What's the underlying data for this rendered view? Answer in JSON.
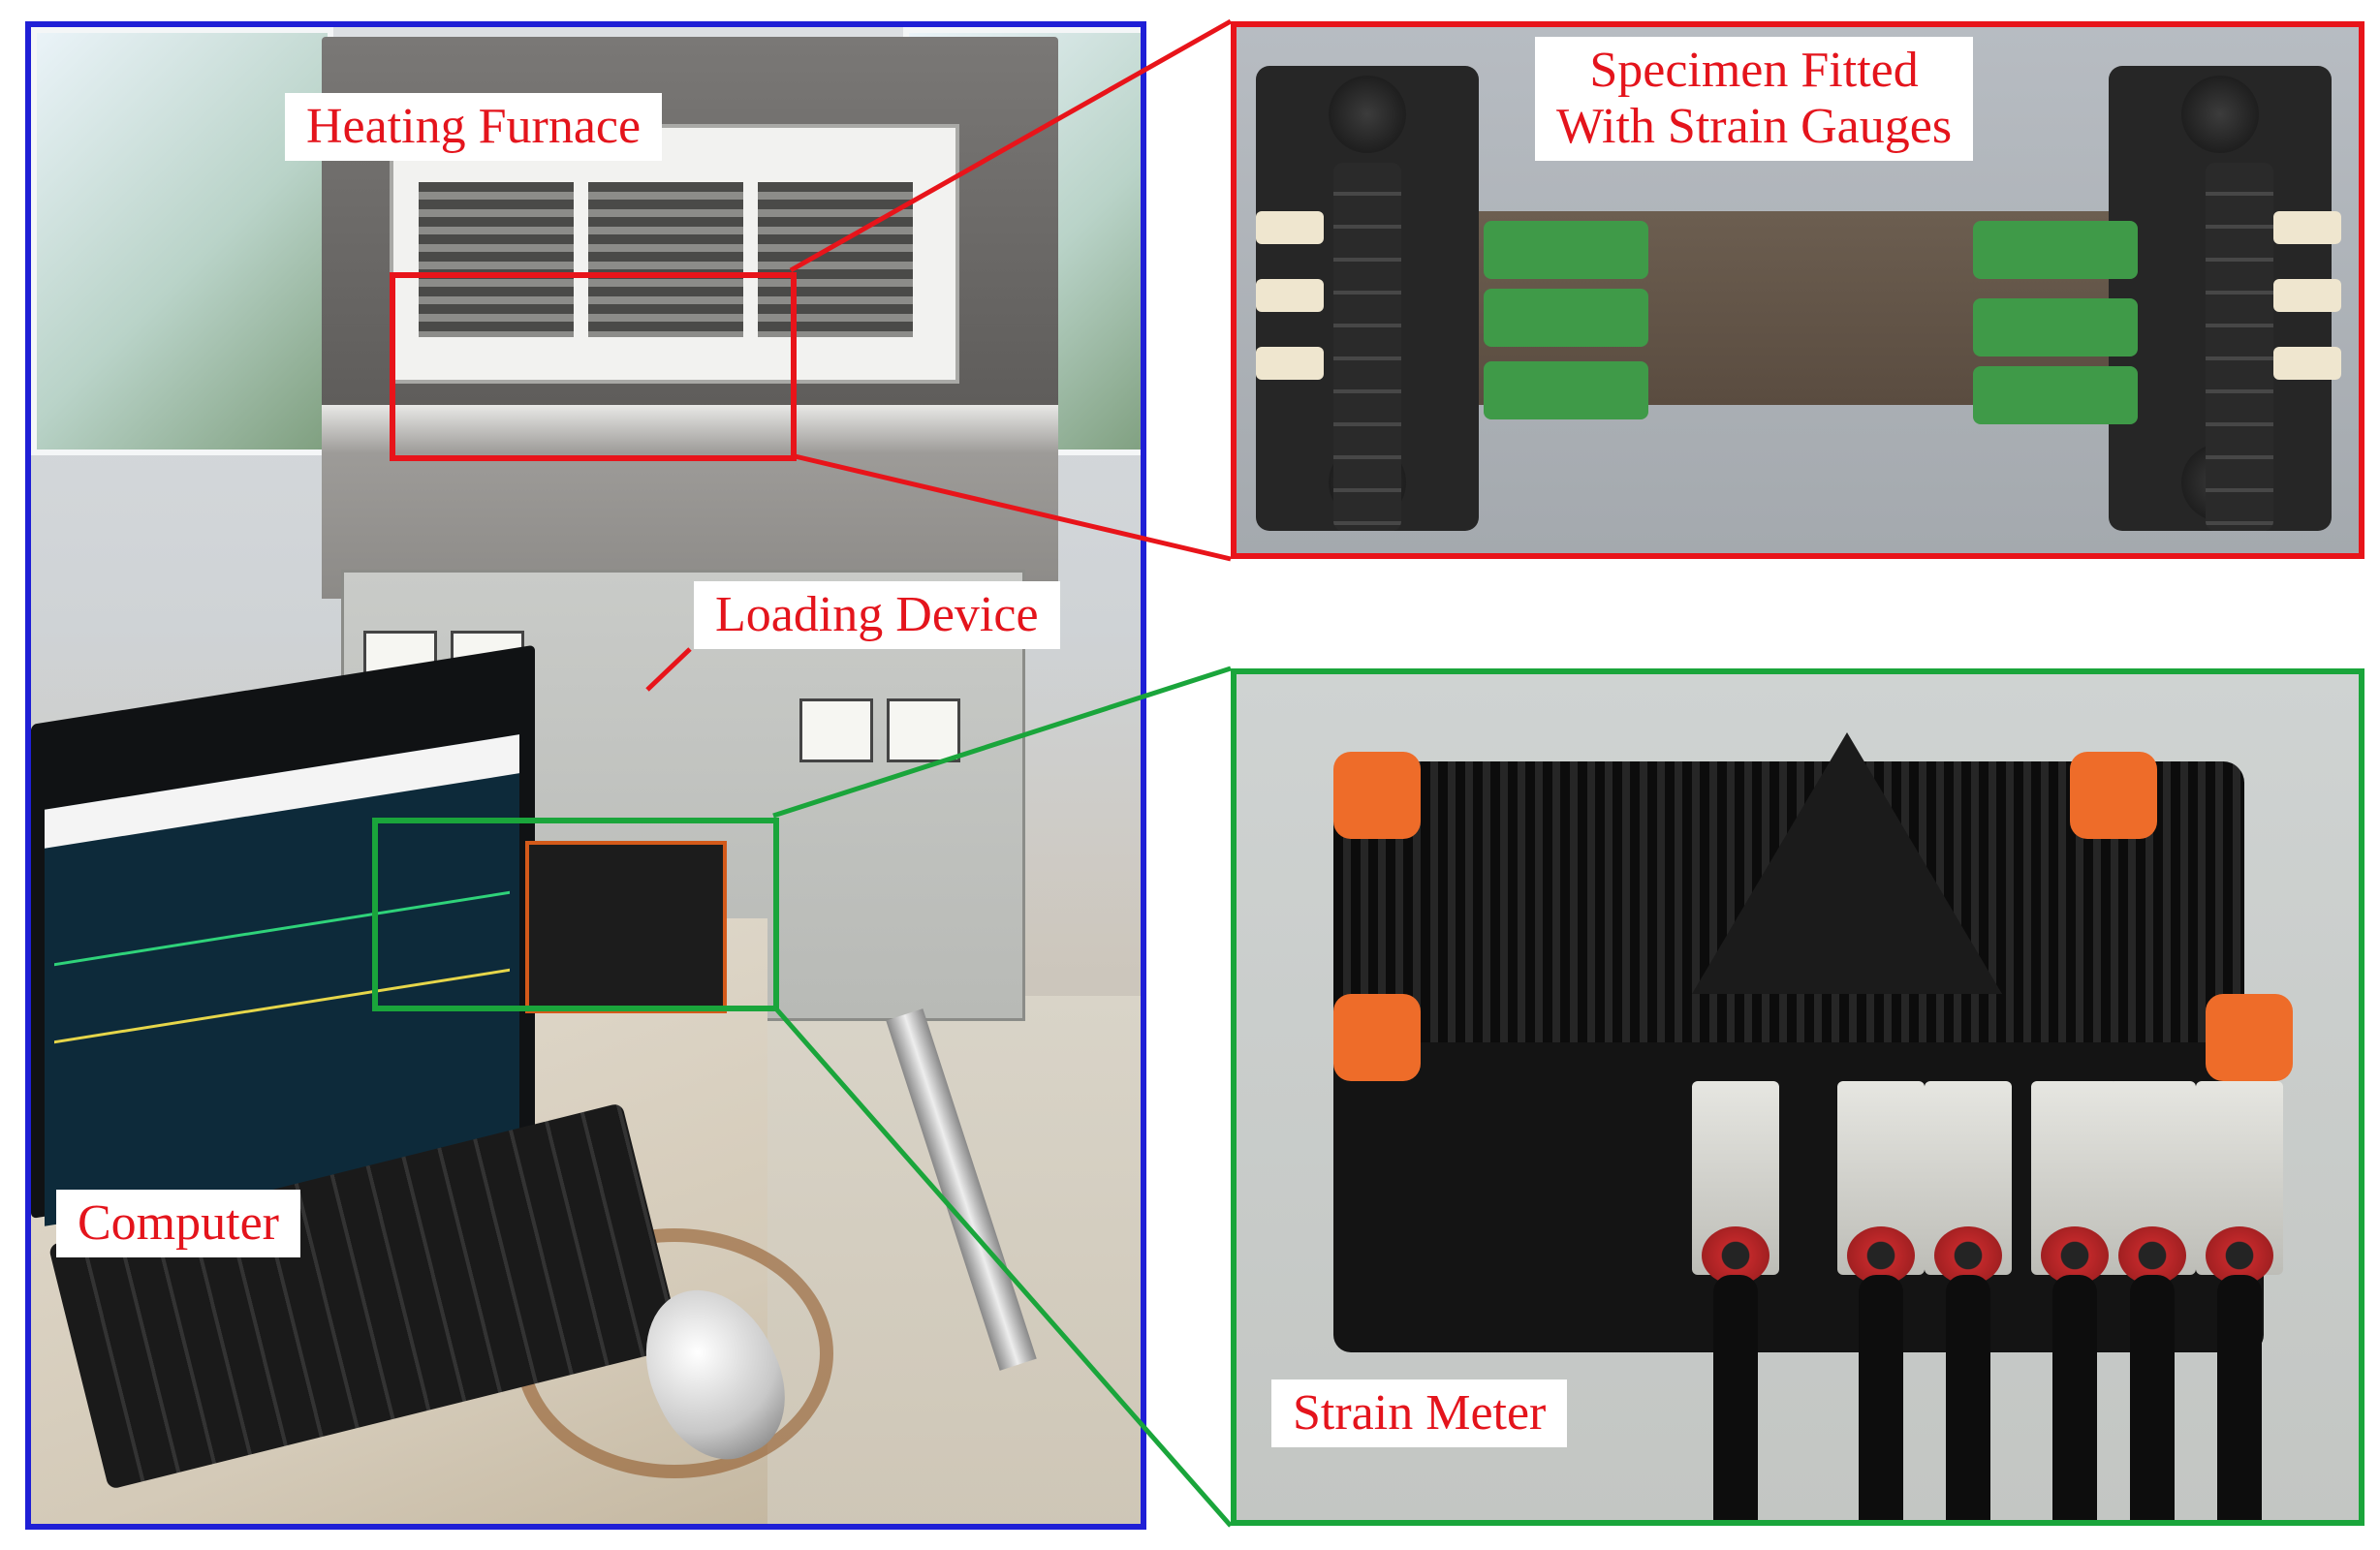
{
  "labels": {
    "heating_furnace": "Heating Furnace",
    "loading_device": "Loading Device",
    "computer": "Computer",
    "specimen_line1": "Specimen Fitted",
    "specimen_line2": "With Strain Gauges",
    "strain_meter": "Strain Meter"
  },
  "colors": {
    "label_text": "#e4141c",
    "main_frame": "#1f1fd6",
    "specimen_frame": "#e8141a",
    "strain_meter_frame": "#1aa53b"
  }
}
